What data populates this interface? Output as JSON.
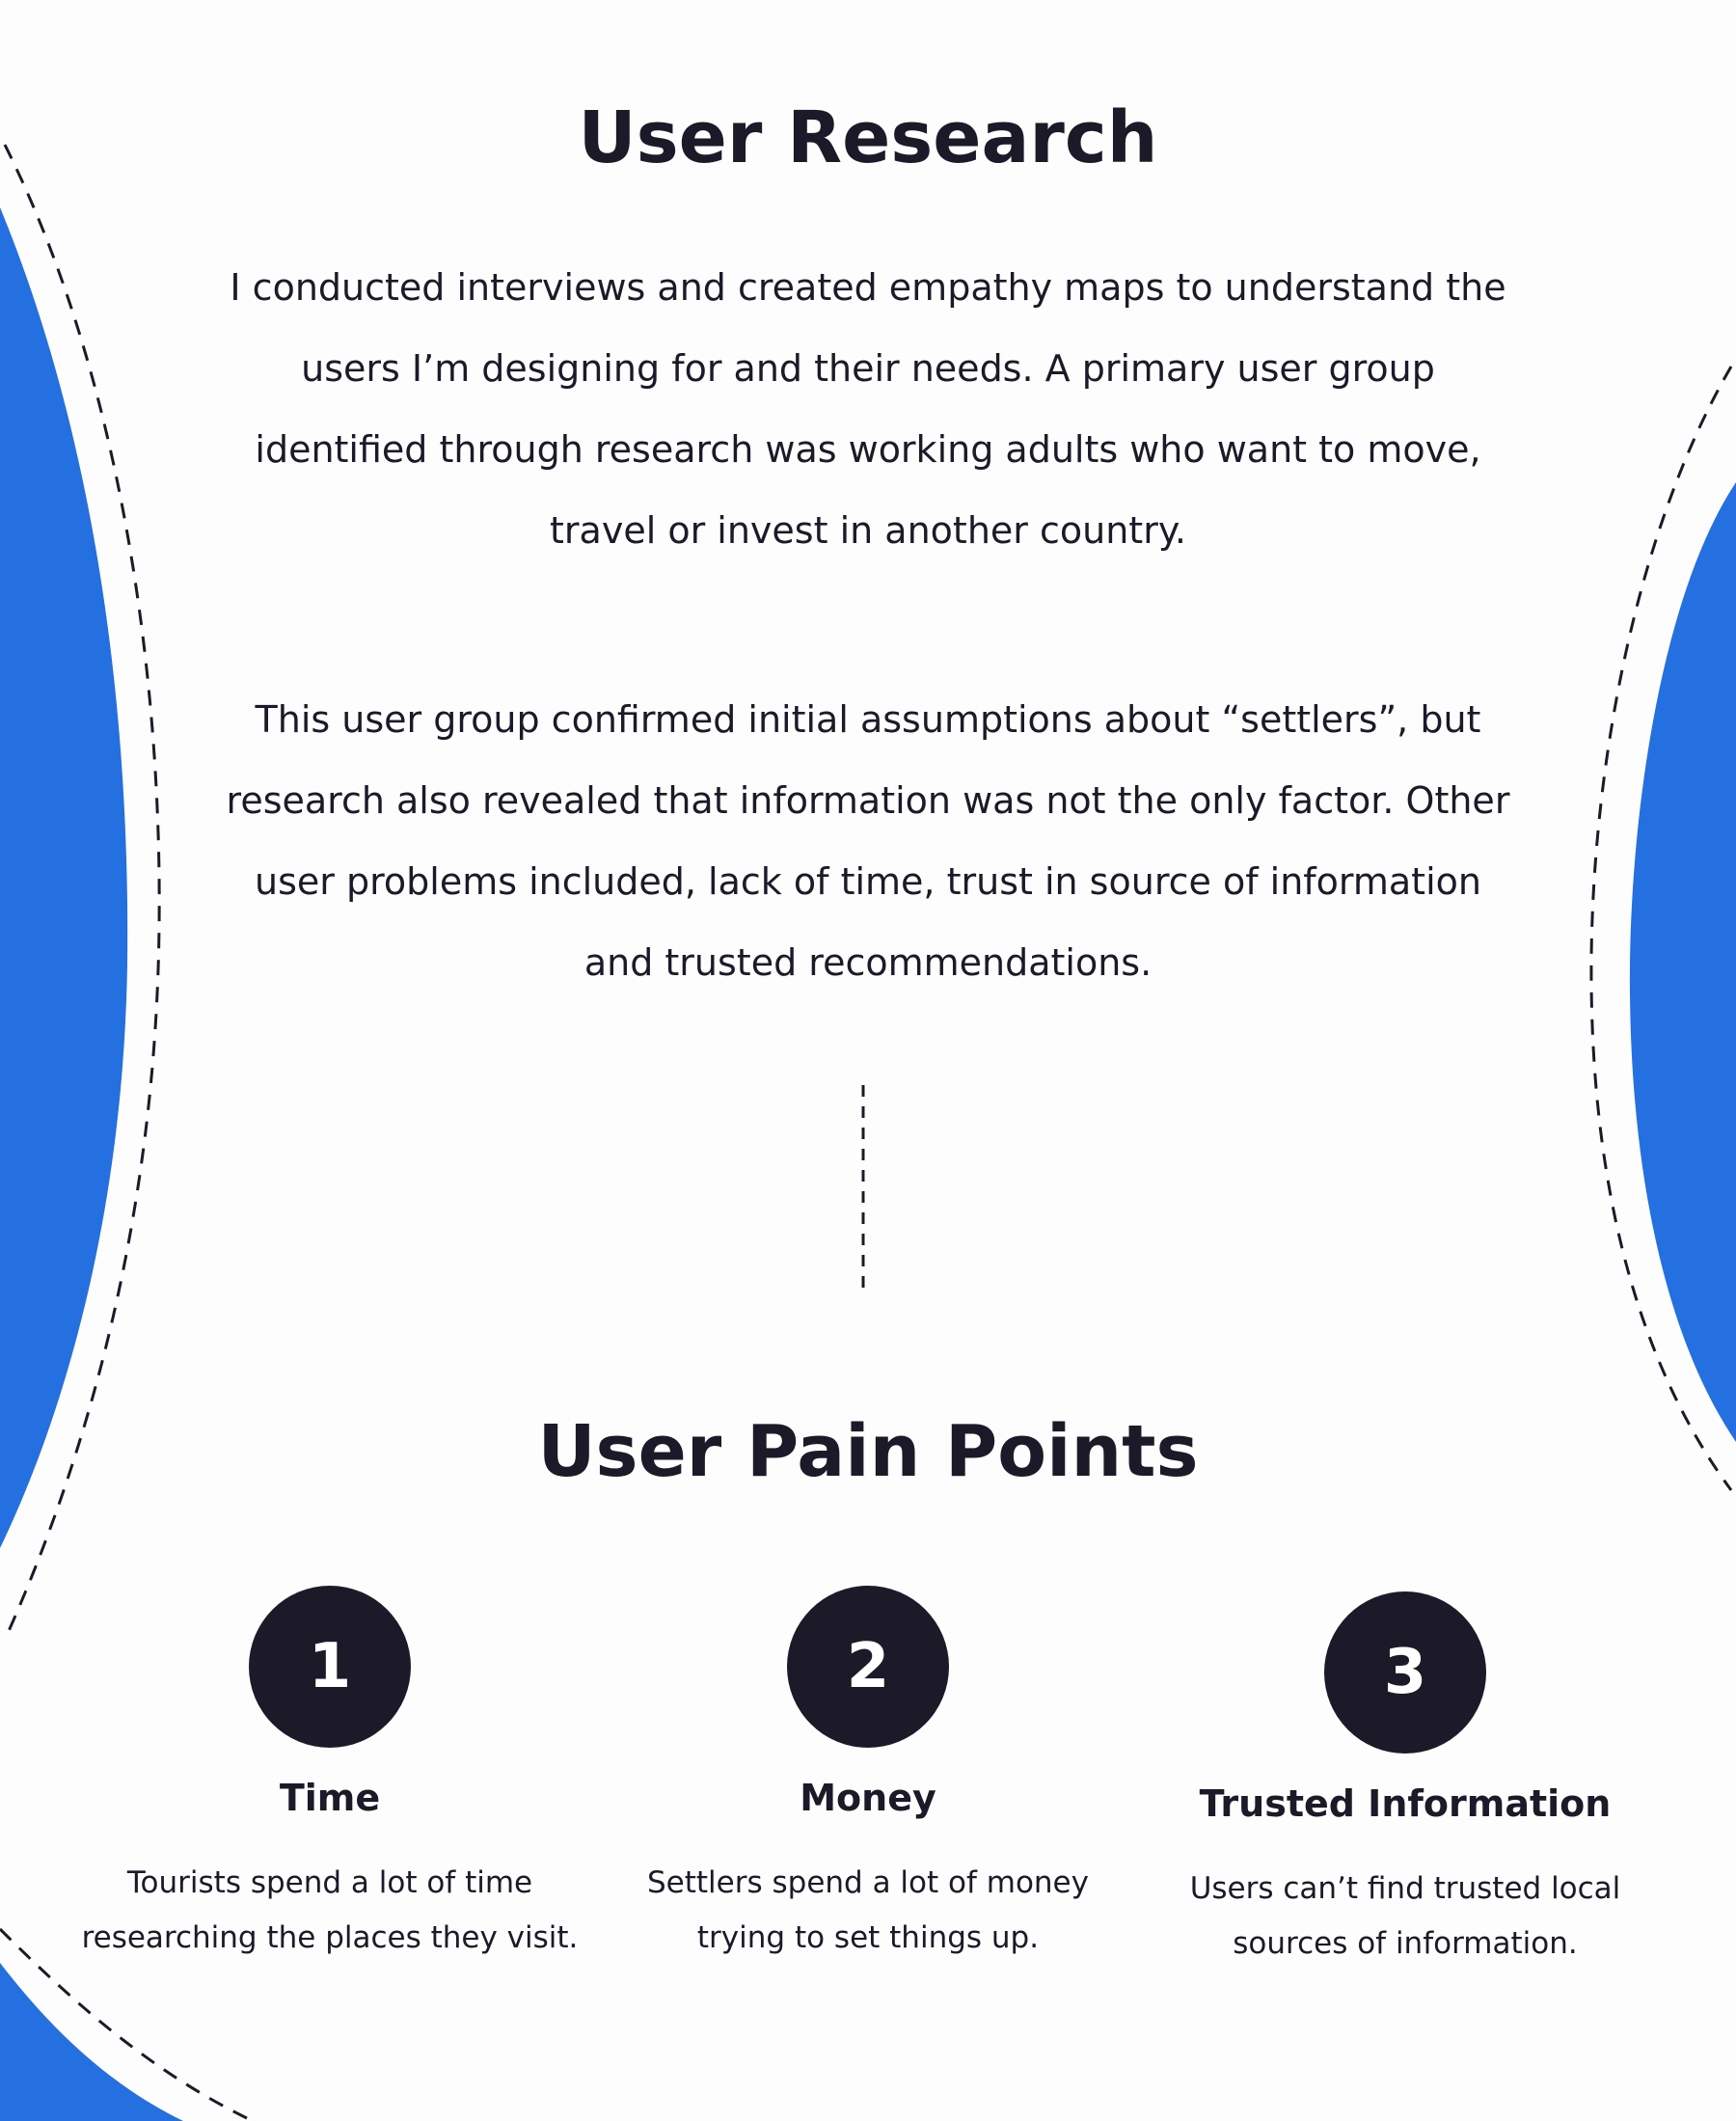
{
  "research": {
    "title": "User Research",
    "paragraph1": "I conducted interviews and created empathy maps to understand the users I’m designing for and their needs. A primary user group identified through research was working adults who want to move, travel or invest in another country.",
    "paragraph2": "This user group confirmed initial assumptions about “settlers”, but research also revealed that information was not the only factor. Other user problems included, lack of time, trust in source of information and trusted recommendations."
  },
  "pain_points": {
    "title": "User Pain Points",
    "items": [
      {
        "number": "1",
        "label": "Time",
        "description": "Tourists spend a lot of time researching the places they visit."
      },
      {
        "number": "2",
        "label": "Money",
        "description": "Settlers spend a lot of money trying to set things up."
      },
      {
        "number": "3",
        "label": "Trusted Information",
        "description": "Users can’t find trusted local sources of information."
      }
    ]
  },
  "colors": {
    "accent_blue": "#2470e0",
    "text_dark": "#1c1a28",
    "background": "#fdfdfd"
  }
}
